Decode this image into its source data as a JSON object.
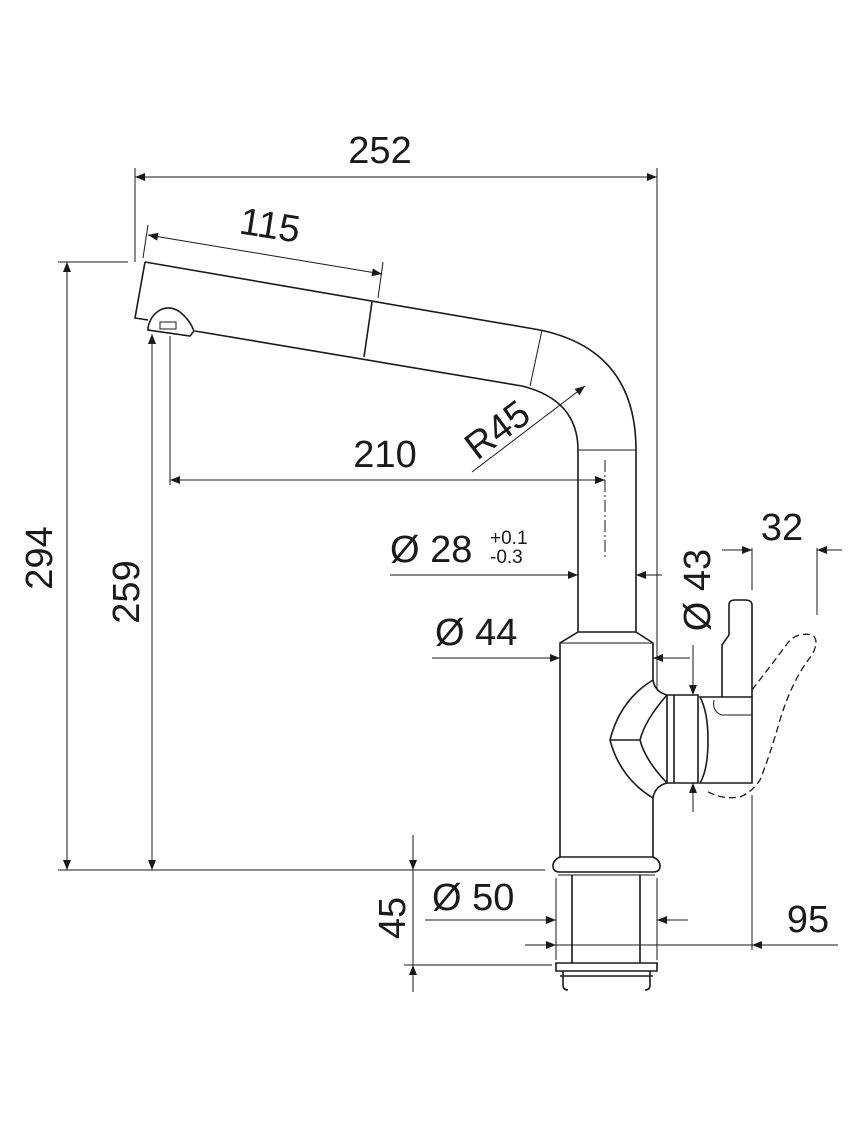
{
  "drawing": {
    "title": "Kitchen faucet dimension drawing",
    "dimensions": {
      "overall_width": "252",
      "spout_pullout": "115",
      "overall_height": "294",
      "outlet_height": "259",
      "reach": "210",
      "bend_radius": "R45",
      "spout_diameter": "Ø 28",
      "spout_tol_plus": "+0.1",
      "spout_tol_minus": "-0.3",
      "body_diameter": "Ø 44",
      "handle_diameter": "Ø 43",
      "handle_offset": "32",
      "shank_length": "45",
      "base_diameter": "Ø 50",
      "handle_reach": "95"
    }
  }
}
